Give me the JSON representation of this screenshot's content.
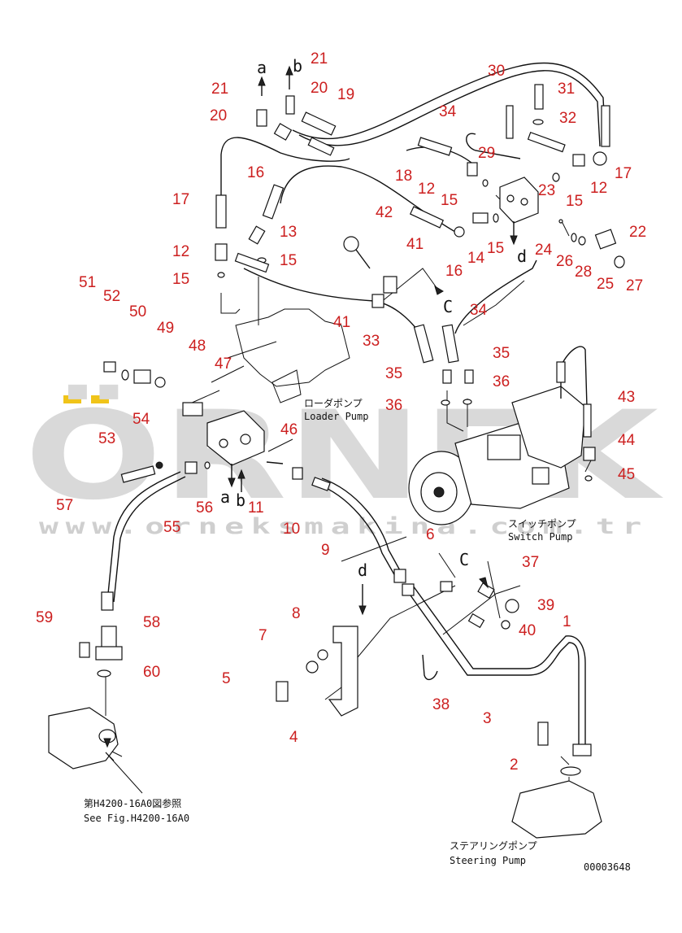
{
  "watermark": {
    "brand": "ÖRNEK",
    "url": "www.orneksmakina.com.tr",
    "colors": {
      "brand_accent": "#f0c419",
      "gray": "#d9d9d9"
    }
  },
  "callout_color": "#cc1f1f",
  "callouts": [
    {
      "id": "c21a",
      "label": "21"
    },
    {
      "id": "c21b",
      "label": "21"
    },
    {
      "id": "c20a",
      "label": "20"
    },
    {
      "id": "c20b",
      "label": "20"
    },
    {
      "id": "c19",
      "label": "19"
    },
    {
      "id": "c30",
      "label": "30"
    },
    {
      "id": "c31",
      "label": "31"
    },
    {
      "id": "c34a",
      "label": "34"
    },
    {
      "id": "c32",
      "label": "32"
    },
    {
      "id": "c29",
      "label": "29"
    },
    {
      "id": "c17a",
      "label": "17"
    },
    {
      "id": "c16a",
      "label": "16"
    },
    {
      "id": "c18",
      "label": "18"
    },
    {
      "id": "c12a",
      "label": "12"
    },
    {
      "id": "c12b",
      "label": "12"
    },
    {
      "id": "c15a",
      "label": "15"
    },
    {
      "id": "c23",
      "label": "23"
    },
    {
      "id": "c15b",
      "label": "15"
    },
    {
      "id": "c17b",
      "label": "17"
    },
    {
      "id": "c13",
      "label": "13"
    },
    {
      "id": "c42",
      "label": "42"
    },
    {
      "id": "c12c",
      "label": "12"
    },
    {
      "id": "c15c",
      "label": "15"
    },
    {
      "id": "c41a",
      "label": "41"
    },
    {
      "id": "c15d",
      "label": "15"
    },
    {
      "id": "c14",
      "label": "14"
    },
    {
      "id": "c16b",
      "label": "16"
    },
    {
      "id": "c24",
      "label": "24"
    },
    {
      "id": "c22",
      "label": "22"
    },
    {
      "id": "c26",
      "label": "26"
    },
    {
      "id": "c28",
      "label": "28"
    },
    {
      "id": "c25",
      "label": "25"
    },
    {
      "id": "c27",
      "label": "27"
    },
    {
      "id": "c15e",
      "label": "15"
    },
    {
      "id": "c51",
      "label": "51"
    },
    {
      "id": "c52",
      "label": "52"
    },
    {
      "id": "c50",
      "label": "50"
    },
    {
      "id": "c49",
      "label": "49"
    },
    {
      "id": "c48",
      "label": "48"
    },
    {
      "id": "c41b",
      "label": "41"
    },
    {
      "id": "c33",
      "label": "33"
    },
    {
      "id": "c34b",
      "label": "34"
    },
    {
      "id": "c47",
      "label": "47"
    },
    {
      "id": "c35a",
      "label": "35"
    },
    {
      "id": "c35b",
      "label": "35"
    },
    {
      "id": "c36a",
      "label": "36"
    },
    {
      "id": "c36b",
      "label": "36"
    },
    {
      "id": "c43",
      "label": "43"
    },
    {
      "id": "c46",
      "label": "46"
    },
    {
      "id": "c54",
      "label": "54"
    },
    {
      "id": "c53",
      "label": "53"
    },
    {
      "id": "c44",
      "label": "44"
    },
    {
      "id": "c45",
      "label": "45"
    },
    {
      "id": "c57",
      "label": "57"
    },
    {
      "id": "c56",
      "label": "56"
    },
    {
      "id": "c11",
      "label": "11"
    },
    {
      "id": "c55",
      "label": "55"
    },
    {
      "id": "c10",
      "label": "10"
    },
    {
      "id": "c6",
      "label": "6"
    },
    {
      "id": "c9",
      "label": "9"
    },
    {
      "id": "c37",
      "label": "37"
    },
    {
      "id": "c39",
      "label": "39"
    },
    {
      "id": "c40",
      "label": "40"
    },
    {
      "id": "c1",
      "label": "1"
    },
    {
      "id": "c59",
      "label": "59"
    },
    {
      "id": "c58",
      "label": "58"
    },
    {
      "id": "c8",
      "label": "8"
    },
    {
      "id": "c7",
      "label": "7"
    },
    {
      "id": "c60",
      "label": "60"
    },
    {
      "id": "c38",
      "label": "38"
    },
    {
      "id": "c5",
      "label": "5"
    },
    {
      "id": "c3",
      "label": "3"
    },
    {
      "id": "c4",
      "label": "4"
    },
    {
      "id": "c2",
      "label": "2"
    }
  ],
  "reference_letters": {
    "a_top": "a",
    "b_top": "b",
    "d_top": "d",
    "c_mid": "C",
    "a_bottom": "a",
    "b_bottom": "b",
    "d_bottom": "d",
    "c_bottom": "C"
  },
  "annotations": {
    "loader_pump_jp": "ローダポンプ",
    "loader_pump_en": "Loader Pump",
    "switch_pump_jp": "スイッチポンプ",
    "switch_pump_en": "Switch Pump",
    "steering_pump_jp": "ステアリングポンプ",
    "steering_pump_en": "Steering Pump",
    "see_fig_jp": "第H4200-16A0図参照",
    "see_fig_en": "See Fig.H4200-16A0",
    "drawing_no": "00003648"
  }
}
